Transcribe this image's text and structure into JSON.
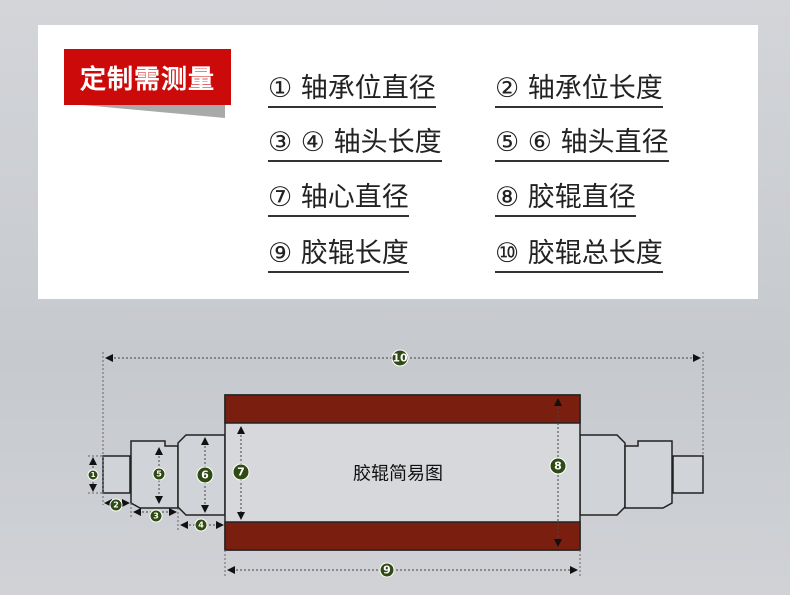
{
  "header": {
    "badge": "定制需测量"
  },
  "items": [
    "① 轴承位直径",
    "② 轴承位长度",
    "③ ④ 轴头长度",
    "⑤ ⑥ 轴头直径",
    "⑦ 轴心直径",
    "⑧ 胶辊直径",
    "⑨ 胶辊长度",
    "⑩ 胶辊总长度"
  ],
  "diagram": {
    "title": "胶辊简易图",
    "markers": [
      "1",
      "2",
      "3",
      "4",
      "5",
      "6",
      "7",
      "8",
      "9",
      "10"
    ],
    "colors": {
      "rubber": "#7a1e10",
      "marker": "#2f4a12",
      "shaft": "#d0d3d7"
    }
  }
}
